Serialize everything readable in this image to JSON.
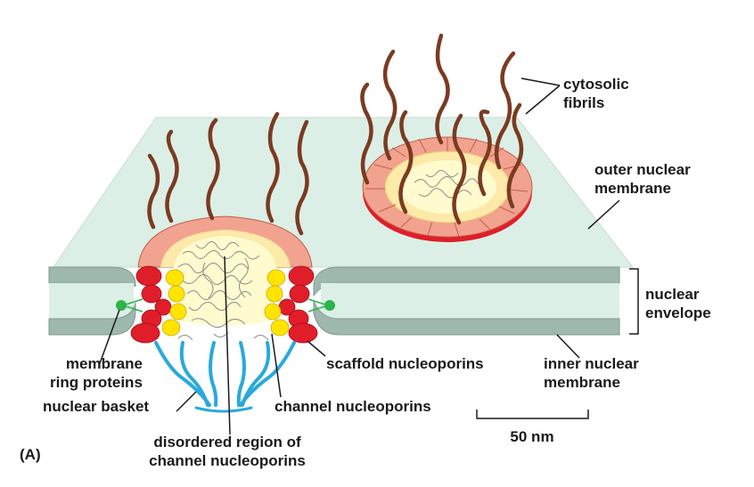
{
  "panel_label": "(A)",
  "labels": {
    "cytosolic_fibrils": [
      "cytosolic",
      "fibrils"
    ],
    "outer_nuclear_membrane": [
      "outer nuclear",
      "membrane"
    ],
    "nuclear_envelope": [
      "nuclear",
      "envelope"
    ],
    "inner_nuclear_membrane": [
      "inner nuclear",
      "membrane"
    ],
    "scaffold_nucleoporins": "scaffold nucleoporins",
    "channel_nucleoporins": "channel nucleoporins",
    "membrane_ring_proteins": [
      "membrane",
      "ring proteins"
    ],
    "nuclear_basket": "nuclear basket",
    "disordered_region": [
      "disordered region of",
      "channel nucleoporins"
    ]
  },
  "scale_bar": {
    "label": "50 nm"
  },
  "colors": {
    "membrane_fill": "#dcefe6",
    "membrane_edge": "#7f9a90",
    "fibril": "#7a3b22",
    "ring_outer": "#f2a390",
    "ring_inner": "#fde9a8",
    "channel_core": "#fffbcf",
    "scaffold_red": "#e01e2a",
    "channel_yellow": "#ffe400",
    "basket_blue": "#29a9dc",
    "membrane_ring_green": "#2db34a",
    "mesh": "#8c8c8c"
  }
}
